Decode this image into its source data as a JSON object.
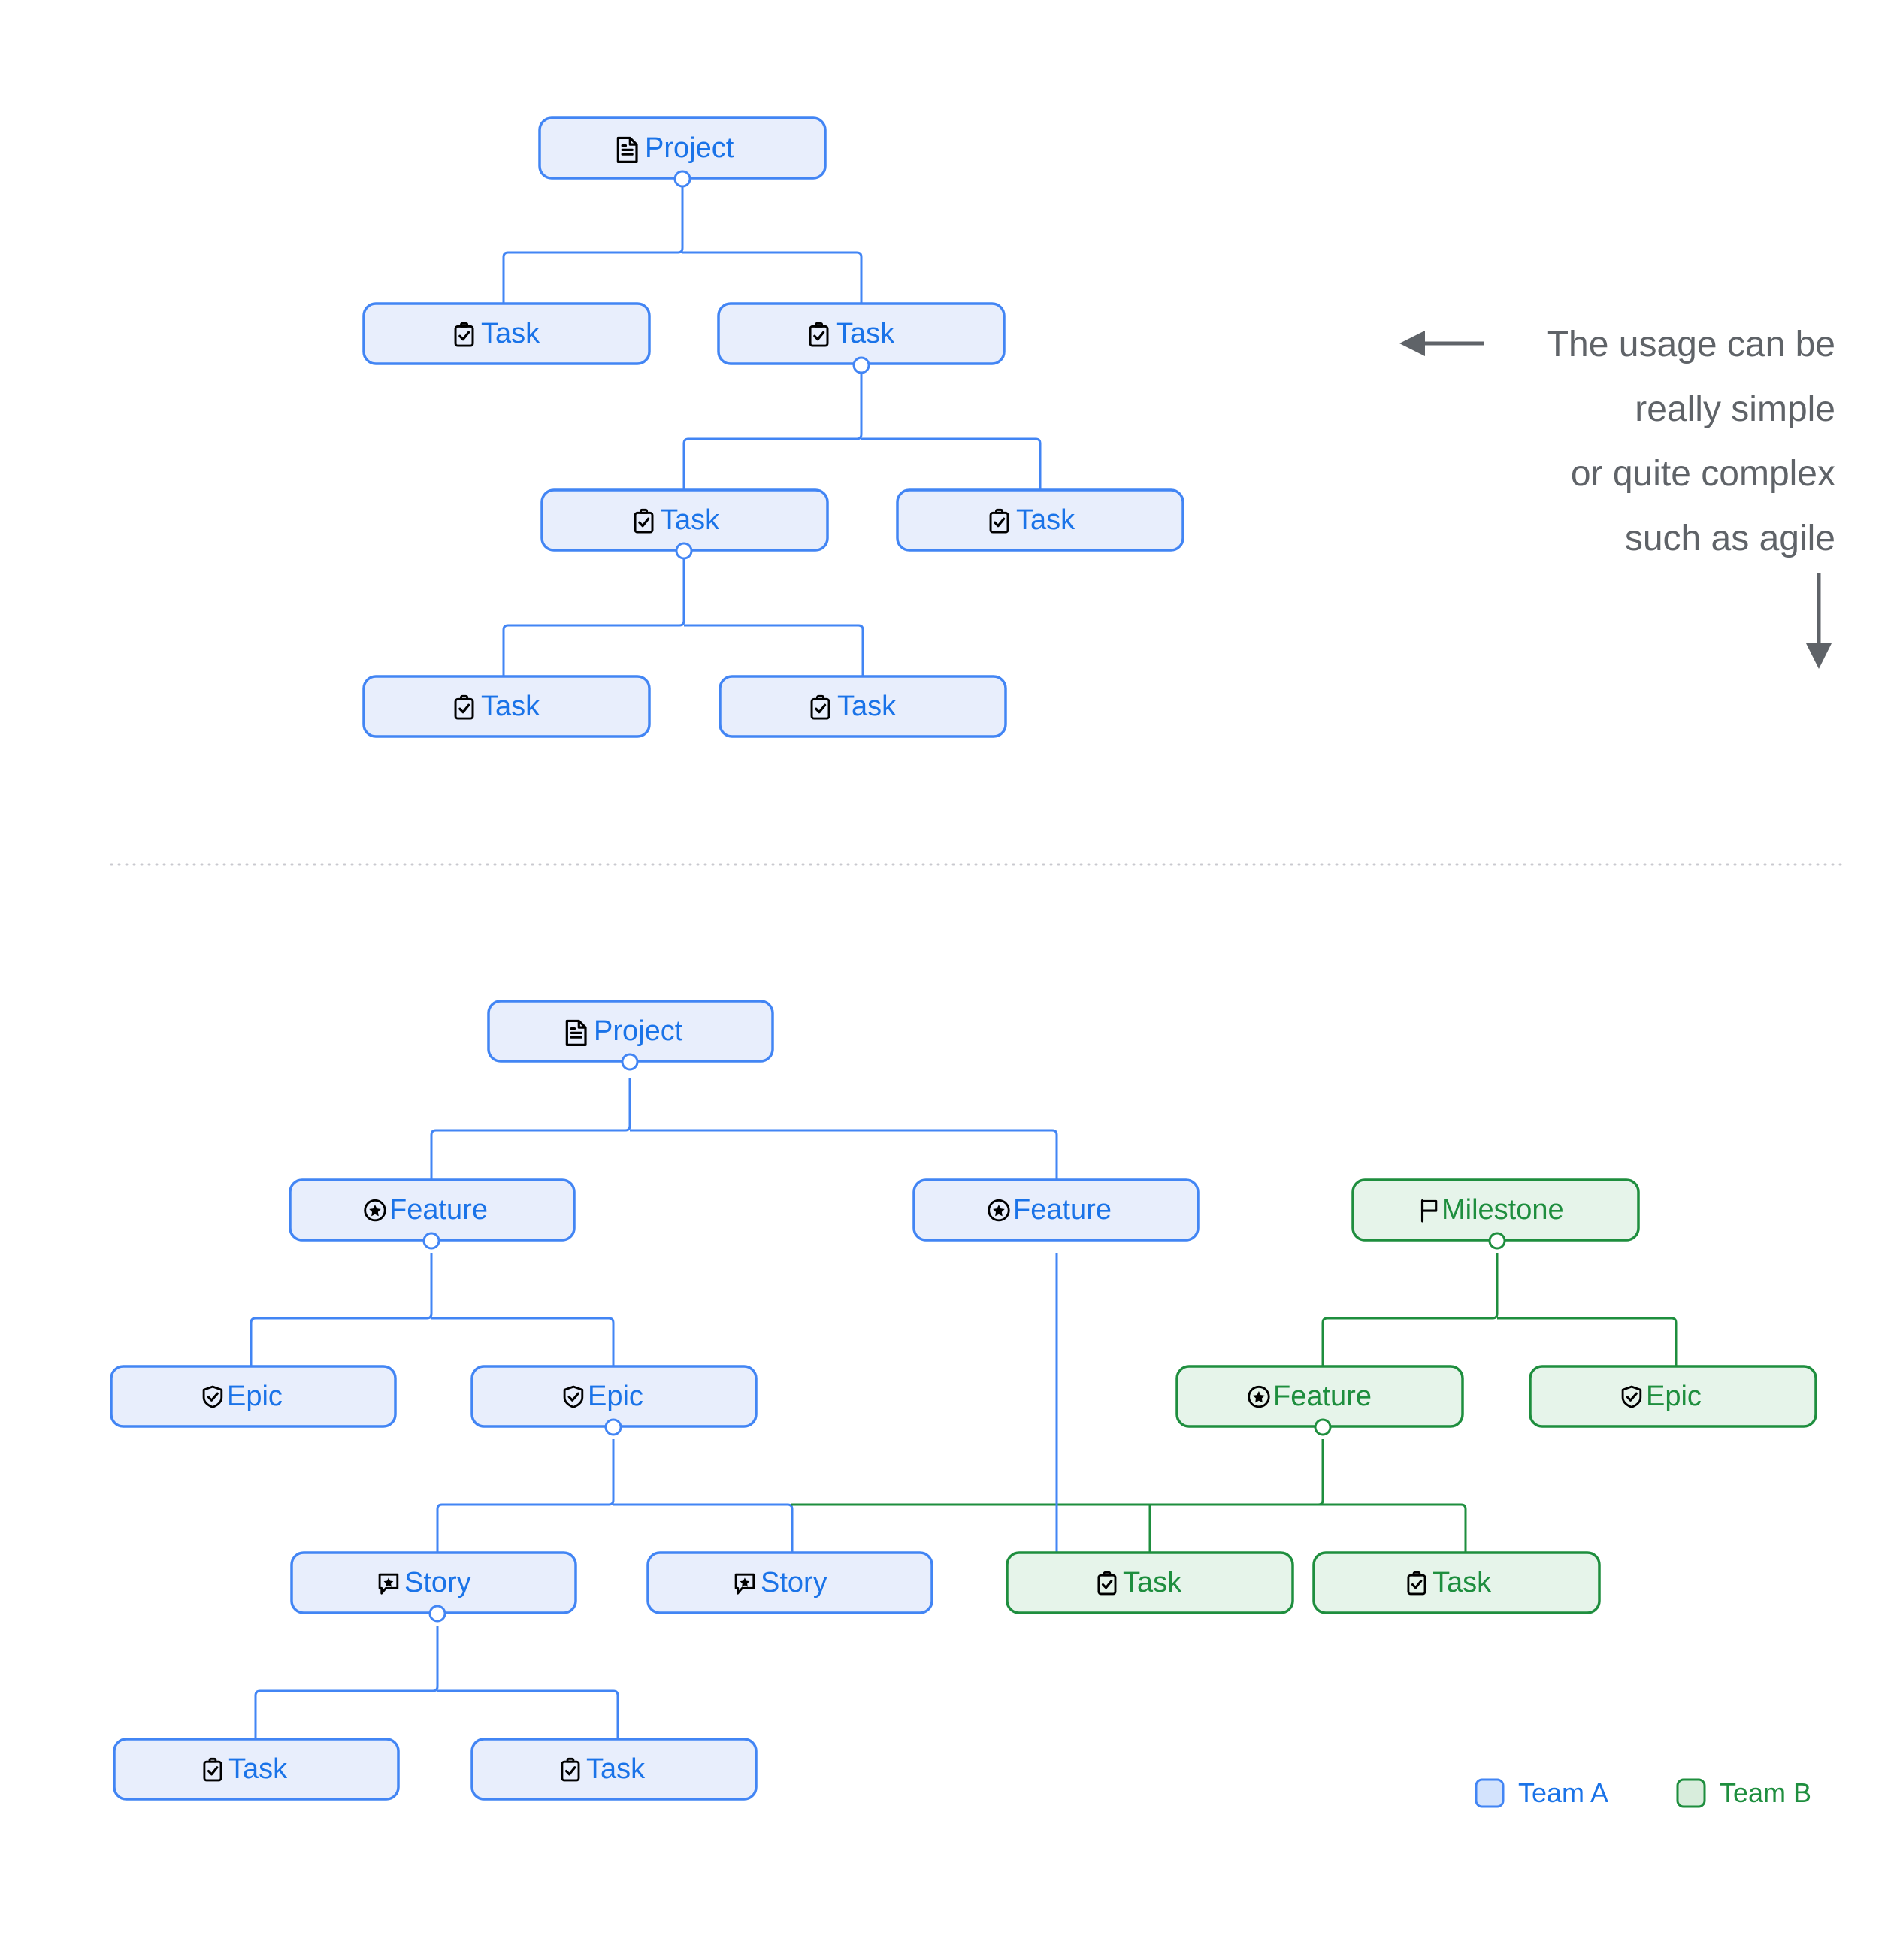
{
  "colors": {
    "blue_border": "#4285f4",
    "blue_fill": "#e8eefc",
    "blue_text": "#1a73e8",
    "green_border": "#1e8e3e",
    "green_fill": "#e6f4ea",
    "green_text": "#1e8e3e",
    "annotation_text": "#5f6368",
    "divider": "#c9c9cf",
    "background": "#ffffff"
  },
  "annotation": {
    "line1": "The usage can be",
    "line2": "really simple",
    "line3": "or quite complex",
    "line4": "such as agile",
    "left_arrow_icon": "arrow-left-icon",
    "down_arrow_icon": "arrow-down-icon"
  },
  "legend": {
    "items": [
      {
        "label": "Team A",
        "color": "#4285f4",
        "swatch_icon": "square-swatch-icon"
      },
      {
        "label": "Team B",
        "color": "#1e8e3e",
        "swatch_icon": "square-swatch-icon"
      }
    ]
  },
  "diagram_simple": {
    "title_note": "simple task hierarchy",
    "nodes": [
      {
        "id": "s-project",
        "label": "Project",
        "icon": "document-icon",
        "team": "Team A",
        "level": 0
      },
      {
        "id": "s-task-1",
        "label": "Task",
        "icon": "clipboard-check-icon",
        "team": "Team A",
        "level": 1
      },
      {
        "id": "s-task-2",
        "label": "Task",
        "icon": "clipboard-check-icon",
        "team": "Team A",
        "level": 1
      },
      {
        "id": "s-task-3",
        "label": "Task",
        "icon": "clipboard-check-icon",
        "team": "Team A",
        "level": 2
      },
      {
        "id": "s-task-4",
        "label": "Task",
        "icon": "clipboard-check-icon",
        "team": "Team A",
        "level": 2
      },
      {
        "id": "s-task-5",
        "label": "Task",
        "icon": "clipboard-check-icon",
        "team": "Team A",
        "level": 3
      },
      {
        "id": "s-task-6",
        "label": "Task",
        "icon": "clipboard-check-icon",
        "team": "Team A",
        "level": 3
      }
    ],
    "edges": [
      {
        "from": "s-project",
        "to": "s-task-1"
      },
      {
        "from": "s-project",
        "to": "s-task-2"
      },
      {
        "from": "s-task-2",
        "to": "s-task-3"
      },
      {
        "from": "s-task-2",
        "to": "s-task-4"
      },
      {
        "from": "s-task-3",
        "to": "s-task-5"
      },
      {
        "from": "s-task-3",
        "to": "s-task-6"
      }
    ]
  },
  "diagram_agile": {
    "title_note": "complex agile hierarchy",
    "nodes": [
      {
        "id": "a-project",
        "label": "Project",
        "icon": "document-icon",
        "team": "Team A",
        "level": 0
      },
      {
        "id": "a-feature-1",
        "label": "Feature",
        "icon": "star-circle-icon",
        "team": "Team A",
        "level": 1
      },
      {
        "id": "a-feature-2",
        "label": "Feature",
        "icon": "star-circle-icon",
        "team": "Team A",
        "level": 1
      },
      {
        "id": "a-milestone",
        "label": "Milestone",
        "icon": "flag-icon",
        "team": "Team B",
        "level": 1
      },
      {
        "id": "a-epic-1",
        "label": "Epic",
        "icon": "shield-check-icon",
        "team": "Team A",
        "level": 2
      },
      {
        "id": "a-epic-2",
        "label": "Epic",
        "icon": "shield-check-icon",
        "team": "Team A",
        "level": 2
      },
      {
        "id": "a-feature-3",
        "label": "Feature",
        "icon": "star-circle-icon",
        "team": "Team B",
        "level": 2
      },
      {
        "id": "a-epic-3",
        "label": "Epic",
        "icon": "shield-check-icon",
        "team": "Team B",
        "level": 2
      },
      {
        "id": "a-story-1",
        "label": "Story",
        "icon": "chat-star-icon",
        "team": "Team A",
        "level": 3
      },
      {
        "id": "a-story-2",
        "label": "Story",
        "icon": "chat-star-icon",
        "team": "Team A",
        "level": 3
      },
      {
        "id": "a-task-g1",
        "label": "Task",
        "icon": "clipboard-check-icon",
        "team": "Team B",
        "level": 3
      },
      {
        "id": "a-task-g2",
        "label": "Task",
        "icon": "clipboard-check-icon",
        "team": "Team B",
        "level": 3
      },
      {
        "id": "a-task-b1",
        "label": "Task",
        "icon": "clipboard-check-icon",
        "team": "Team A",
        "level": 4
      },
      {
        "id": "a-task-b2",
        "label": "Task",
        "icon": "clipboard-check-icon",
        "team": "Team A",
        "level": 4
      }
    ],
    "edges": [
      {
        "from": "a-project",
        "to": "a-feature-1"
      },
      {
        "from": "a-project",
        "to": "a-feature-2"
      },
      {
        "from": "a-feature-1",
        "to": "a-epic-1"
      },
      {
        "from": "a-feature-1",
        "to": "a-epic-2"
      },
      {
        "from": "a-milestone",
        "to": "a-feature-3"
      },
      {
        "from": "a-milestone",
        "to": "a-epic-3"
      },
      {
        "from": "a-epic-2",
        "to": "a-story-1"
      },
      {
        "from": "a-epic-2",
        "to": "a-story-2"
      },
      {
        "from": "a-feature-3",
        "to": "a-task-g1"
      },
      {
        "from": "a-feature-3",
        "to": "a-task-g2"
      },
      {
        "from": "a-story-1",
        "to": "a-task-b1"
      },
      {
        "from": "a-story-1",
        "to": "a-task-b2"
      }
    ]
  }
}
